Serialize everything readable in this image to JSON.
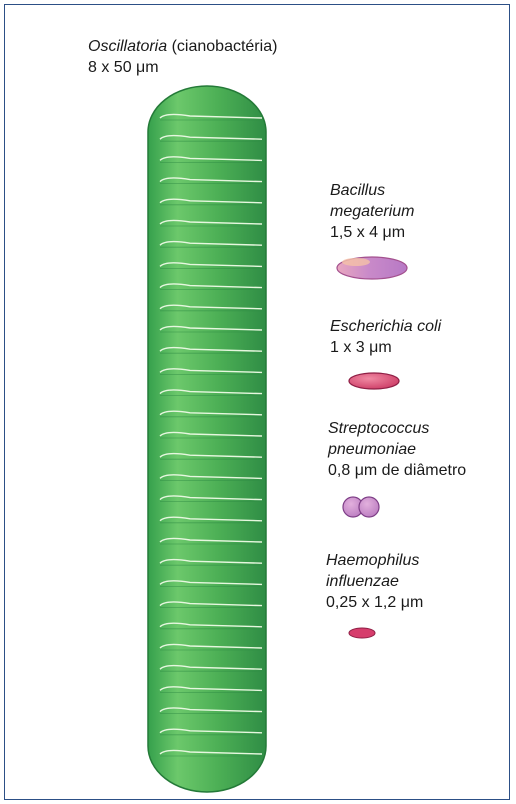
{
  "oscillatoria": {
    "name": "Oscillatoria",
    "note": " (cianobactéria)",
    "size": "8 x 50 μm"
  },
  "bacillus": {
    "name_line1": "Bacillus",
    "name_line2": "megaterium",
    "size": "1,5 x 4 μm"
  },
  "ecoli": {
    "name": "Escherichia coli",
    "size": "1 x 3 μm"
  },
  "streptococcus": {
    "name_line1": "Streptococcus",
    "name_line2": "pneumoniae",
    "size": "0,8 μm de diâmetro"
  },
  "haemophilus": {
    "name_line1": "Haemophilus",
    "name_line2": "influenzae",
    "size": "0,25 x 1,2 μm"
  },
  "colors": {
    "frame": "#2c4f86",
    "oscillatoria_green": "#4caf50",
    "cell_pink": "#d63d6c",
    "cell_lilac": "#c88ab8"
  }
}
